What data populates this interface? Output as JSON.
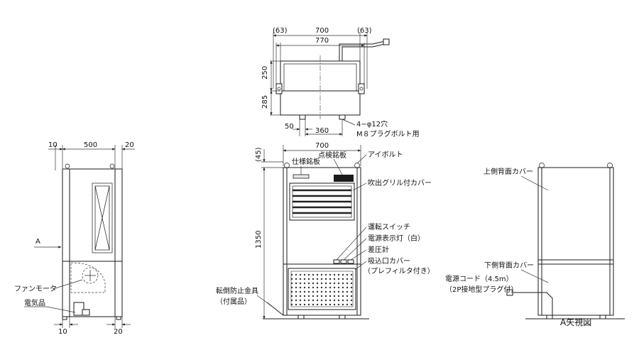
{
  "top_view": {
    "dim_left": "(63)",
    "dim_center": "700",
    "dim_right": "(63)",
    "dim_overall": "770",
    "dim_250": "250",
    "dim_285": "285",
    "dim_50": "50",
    "dim_360": "360",
    "hole_note_1": "4−φ12穴",
    "hole_note_2": "M８プラグボルト用"
  },
  "side_view": {
    "dim_10_top": "10",
    "dim_500": "500",
    "dim_20_top": "20",
    "dim_10_bot": "10",
    "dim_20_bot": "20",
    "arrow_label": "A",
    "fan_motor": "ファンモータ",
    "electrical": "電気品"
  },
  "front_view": {
    "dim_45": "(45)",
    "dim_700": "700",
    "dim_1350": "1350",
    "inspection_plate": "点検銘板",
    "spec_plate": "仕様銘板",
    "eye_bolt": "アイボルト",
    "outlet_grille_cover": "吹出グリル付カバー",
    "run_switch": "運転スイッチ",
    "power_lamp": "電源表示灯（白）",
    "diff_gauge": "差圧計",
    "inlet_cover": "吸込口カバー",
    "prefilter": "（プレフィルタ付き）",
    "anti_tip_1": "転倒防止金具",
    "anti_tip_2": "（付属品）"
  },
  "rear_view": {
    "upper_cover": "上側背面カバー",
    "lower_cover": "下側背面カバー",
    "power_cord": "電源コード（4.5m）",
    "plug_note": "（2P接地型プラグ付）",
    "view_title": "A矢視図"
  }
}
